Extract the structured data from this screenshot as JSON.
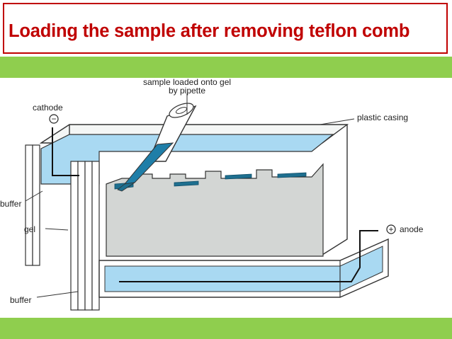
{
  "title": "Loading the sample after removing teflon comb",
  "colors": {
    "title_text": "#c00000",
    "title_border": "#c00000",
    "band": "#8fce4e",
    "buffer": "#a9d9f2",
    "gel": "#d3d6d4",
    "wells": "#1e6f8f"
  },
  "labels": {
    "sample_line1": "sample loaded onto gel",
    "sample_line2": "by pipette",
    "cathode": "cathode",
    "plastic_casing": "plastic casing",
    "buffer_top": "buffer",
    "gel": "gel",
    "anode": "anode",
    "buffer_bottom": "buffer",
    "minus_sign": "−",
    "plus_sign": "+"
  }
}
